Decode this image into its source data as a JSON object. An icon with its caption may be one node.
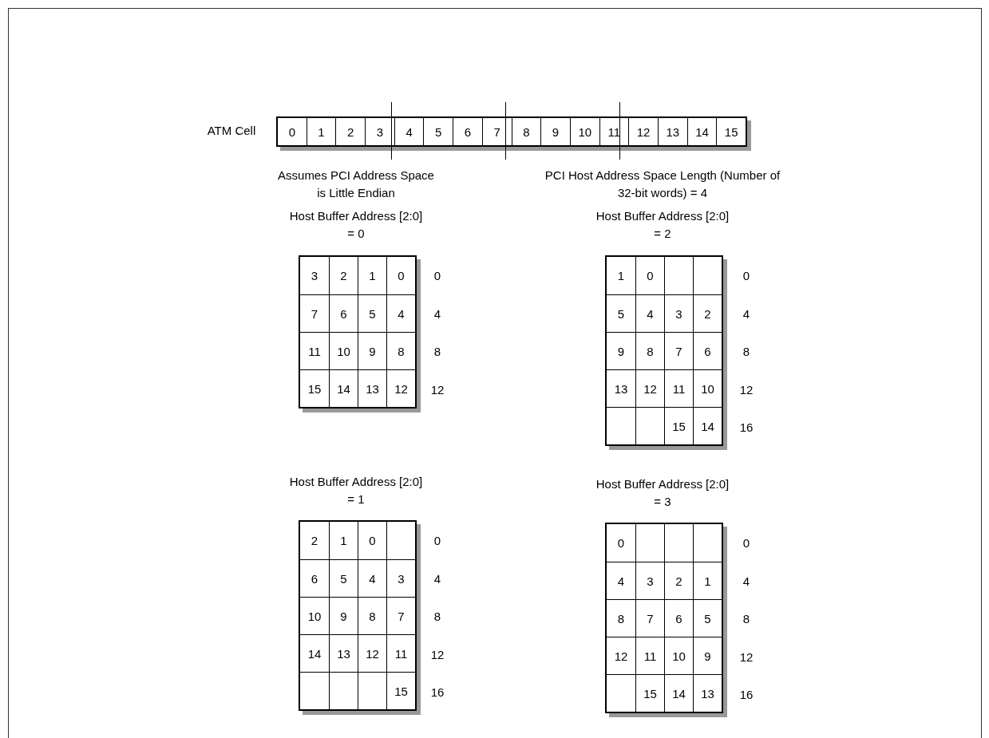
{
  "diagram": {
    "labels": [
      "ATM Cell",
      "0",
      "1",
      "2",
      "3",
      "4",
      "5",
      "6",
      "7",
      "8",
      "9",
      "10",
      "11",
      "12",
      "13",
      "14",
      "15",
      "Assumes PCI Address Space is Little Endian",
      "PCI Host Address Space Length (Number of 32-bit words) = 4",
      "Host Buffer Address [2:0] = 0",
      "3",
      "2",
      "1",
      "0",
      "0",
      "7",
      "6",
      "5",
      "4",
      "4",
      "11",
      "10",
      "9",
      "8",
      "8",
      "15",
      "14",
      "13",
      "12",
      "12",
      "Host Buffer Address [2:0] = 2",
      "1",
      "0",
      "0",
      "5",
      "4",
      "3",
      "2",
      "4",
      "9",
      "8",
      "7",
      "6",
      "8",
      "13",
      "12",
      "11",
      "10",
      "12",
      "15",
      "14",
      "16",
      "Host Buffer Address [2:0] = 1",
      "2",
      "1",
      "0",
      "0",
      "6",
      "5",
      "4",
      "3",
      "4",
      "10",
      "9",
      "8",
      "7",
      "8",
      "14",
      "13",
      "12",
      "11",
      "12",
      "15",
      "16",
      "Host Buffer Address [2:0] = 3",
      "0",
      "0",
      "4",
      "3",
      "2",
      "1",
      "4",
      "8",
      "7",
      "6",
      "5",
      "8",
      "12",
      "11",
      "10",
      "9",
      "12",
      "15",
      "14",
      "13",
      "16"
    ]
  }
}
